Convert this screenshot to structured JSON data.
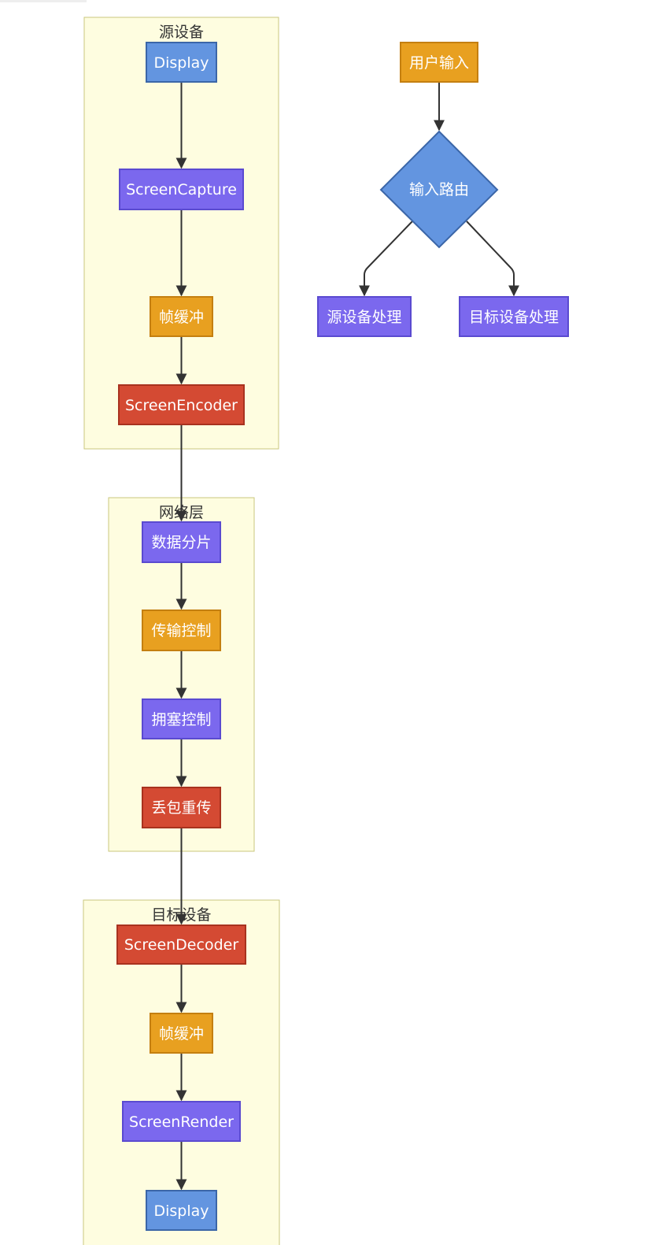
{
  "clusters": {
    "source": {
      "label": "源设备"
    },
    "network": {
      "label": "网络层"
    },
    "target": {
      "label": "目标设备"
    }
  },
  "nodes": {
    "src_display": "Display",
    "screen_capture": "ScreenCapture",
    "src_frame_buffer": "帧缓冲",
    "screen_encoder": "ScreenEncoder",
    "data_fragment": "数据分片",
    "transmission_control": "传输控制",
    "congestion_control": "拥塞控制",
    "packet_loss_retransmit": "丢包重传",
    "screen_decoder": "ScreenDecoder",
    "dst_frame_buffer": "帧缓冲",
    "screen_render": "ScreenRender",
    "dst_display": "Display",
    "user_input": "用户输入",
    "input_routing": "输入路由",
    "source_processing": "源设备处理",
    "target_processing": "目标设备处理"
  },
  "colors": {
    "cluster_fill": "#fefde0",
    "cluster_stroke": "#c9c77e",
    "blue": "#6395e0",
    "purple": "#7b68ee",
    "orange": "#e8a020",
    "red": "#d44a33",
    "edge": "#333333"
  }
}
